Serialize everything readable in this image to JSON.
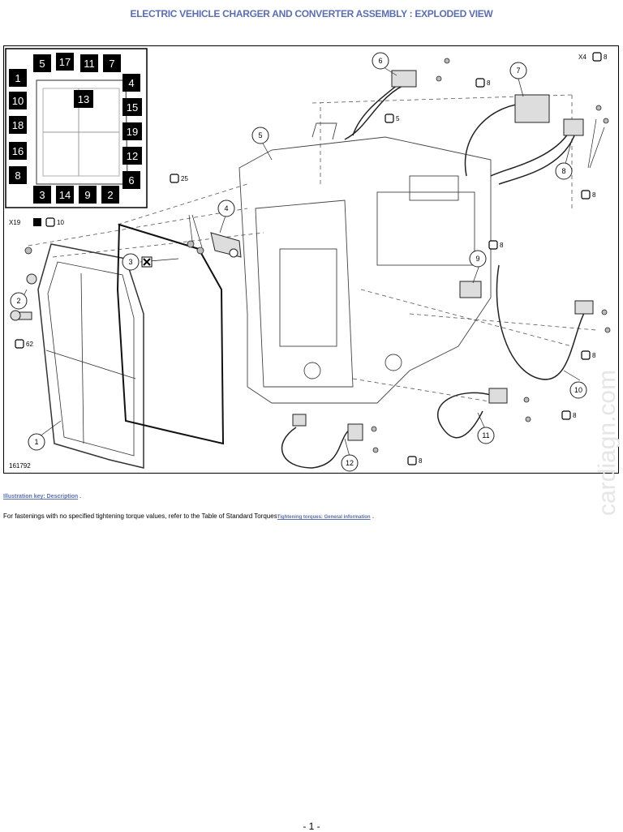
{
  "page": {
    "title": "ELECTRIC VEHICLE CHARGER AND CONVERTER ASSEMBLY : EXPLODED VIEW",
    "page_number": "- 1 -"
  },
  "figure": {
    "id": "161792",
    "inset_labels": [
      "5",
      "17",
      "11",
      "7",
      "1",
      "4",
      "10",
      "13",
      "15",
      "18",
      "19",
      "16",
      "12",
      "8",
      "6",
      "3",
      "14",
      "9",
      "2"
    ],
    "callouts": [
      "1",
      "2",
      "3",
      "4",
      "5",
      "6",
      "7",
      "8",
      "9",
      "10",
      "11",
      "12"
    ],
    "torque_values": {
      "t25": "25",
      "t10": "10",
      "t62": "62",
      "t5": "5",
      "t8a": "8",
      "t8b": "8",
      "t8c": "8",
      "t8d": "8",
      "t8e": "8",
      "t8f": "8",
      "t8g": "8"
    },
    "qty_x19": "X19",
    "qty_x4": "X4"
  },
  "watermark": "cardiagn.com",
  "body": {
    "key_link": "Illustration key: Description",
    "key_suffix": " .",
    "note_text": "For fastenings with no specified tightening torque values, refer to the Table of Standard Torques",
    "note_link": "Tightening torques: General information",
    "note_suffix": " ."
  }
}
